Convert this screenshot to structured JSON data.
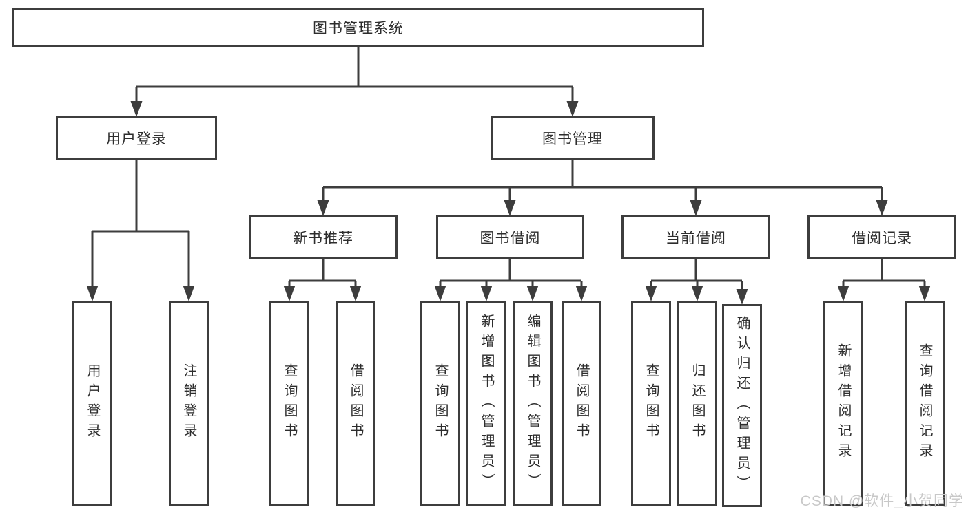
{
  "diagram": {
    "type": "hierarchy-tree",
    "root": "图书管理系统",
    "user": {
      "label": "用户登录",
      "children": [
        "用户登录",
        "注销登录"
      ]
    },
    "mgmt": {
      "label": "图书管理",
      "sections": [
        {
          "label": "新书推荐",
          "children": [
            "查询图书",
            "借阅图书"
          ]
        },
        {
          "label": "图书借阅",
          "children": [
            "查询图书",
            "新增图书（管理员）",
            "编辑图书（管理员）",
            "借阅图书"
          ]
        },
        {
          "label": "当前借阅",
          "children": [
            "查询图书",
            "归还图书",
            "确认归还（管理员）"
          ]
        },
        {
          "label": "借阅记录",
          "children": [
            "新增借阅记录",
            "查询借阅记录"
          ]
        }
      ]
    }
  },
  "watermark": {
    "text": "CSDN @软件_小贺同学"
  },
  "colors": {
    "line": "#3d3d3d",
    "text": "#2d2d2d",
    "background": "#ffffff",
    "watermark": "#c8c8c8"
  }
}
